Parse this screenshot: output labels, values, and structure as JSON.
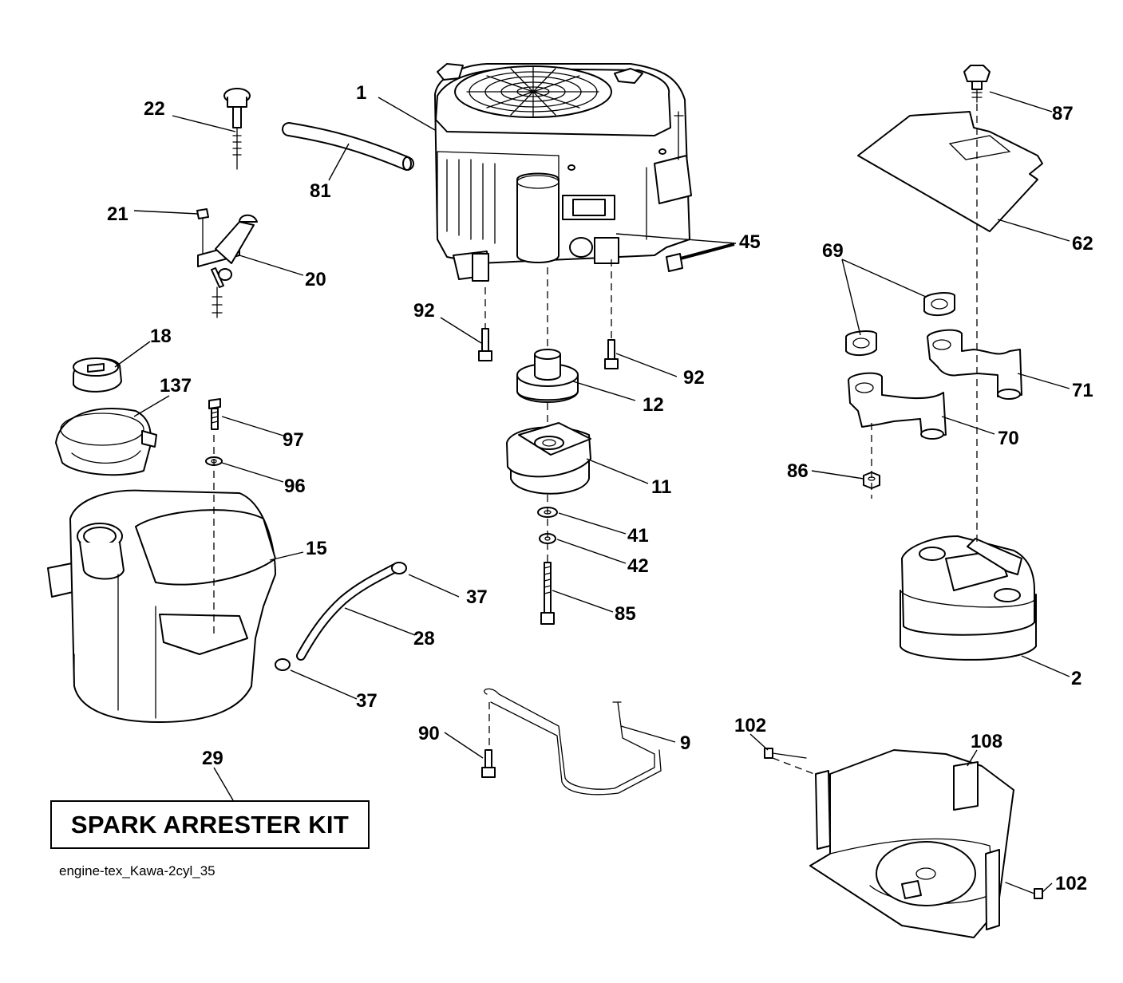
{
  "parts": {
    "engine": "1",
    "muffler": "2",
    "hose_bracket": "9",
    "clutch": "11",
    "pulley": "12",
    "fuel_tank": "15",
    "fuel_cap": "18",
    "throttle_bracket": "20",
    "bracket_bolt": "21",
    "choke_knob": "22",
    "fuel_line": "28",
    "spark_arrester_kit": "29",
    "hose_clamp_top": "37",
    "hose_clamp_bottom": "37",
    "washer_41": "41",
    "washer_42": "42",
    "spark_plug_45": "45",
    "heat_shield": "62",
    "gasket": "69",
    "exhaust_pipe_left": "70",
    "exhaust_pipe_right": "71",
    "crankshaft_bolt": "85",
    "exhaust_nut": "86",
    "shield_knob": "87",
    "breather_tube": "81",
    "bracket_bolt_90": "90",
    "engine_bolt_left": "92",
    "engine_bolt_right": "92",
    "tank_washer": "96",
    "tank_screw": "97",
    "guard_screw_top": "102",
    "guard_screw_bottom": "102",
    "engine_guard": "108",
    "tank_cover": "137"
  },
  "kit_label": "SPARK ARRESTER KIT",
  "file_name": "engine-tex_Kawa-2cyl_35"
}
